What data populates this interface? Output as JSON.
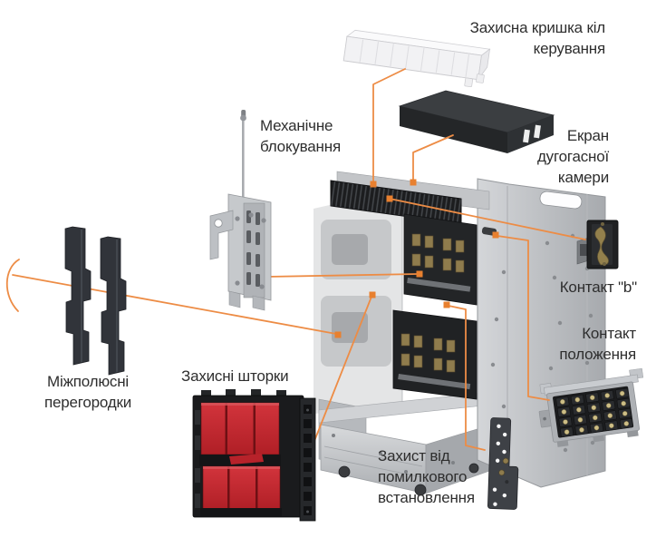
{
  "diagram": {
    "colors": {
      "accent_orange": "#ED8C45",
      "marker_orange": "#E8802F",
      "label_text": "#2E2E2E",
      "shutter_red": "#C4242C",
      "part_dark": "#1C1D1F",
      "metal_gray": "#B9BCC0",
      "background": "#FFFFFF"
    },
    "labels": {
      "control_cover": {
        "lines": [
          "Захисна кришка кіл",
          "керування"
        ]
      },
      "mechanical_interlock": {
        "lines": [
          "Механічне",
          "блокування"
        ]
      },
      "arc_chamber_screen": {
        "lines": [
          "Екран",
          "дугогасної",
          "камери"
        ]
      },
      "contact_b": {
        "lines": [
          "Контакт \"b\""
        ]
      },
      "position_contact": {
        "lines": [
          "Контакт",
          "положення"
        ]
      },
      "interpole_partitions": {
        "lines": [
          "Міжполюсні",
          "перегородки"
        ]
      },
      "protective_shutters": {
        "lines": [
          "Захисні шторки"
        ]
      },
      "misinstallation_protection": {
        "lines": [
          "Захист від",
          "помилкового",
          "встановлення"
        ]
      }
    }
  }
}
